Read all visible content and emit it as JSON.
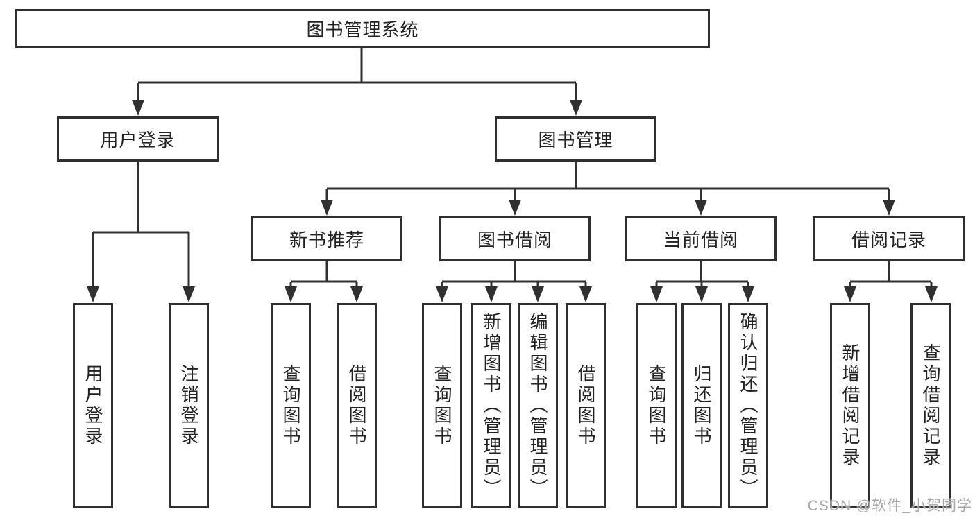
{
  "diagram": {
    "root": {
      "label": "图书管理系统"
    },
    "level2": [
      {
        "label": "用户登录"
      },
      {
        "label": "图书管理"
      }
    ],
    "level3": [
      {
        "label": "新书推荐"
      },
      {
        "label": "图书借阅"
      },
      {
        "label": "当前借阅"
      },
      {
        "label": "借阅记录"
      }
    ],
    "leaves": {
      "user_login": [
        {
          "label": "用户登录"
        },
        {
          "label": "注销登录"
        }
      ],
      "new_book": [
        {
          "label": "查询图书"
        },
        {
          "label": "借阅图书"
        }
      ],
      "book_borrow": [
        {
          "label": "查询图书"
        },
        {
          "label": "新增图书（管理员）"
        },
        {
          "label": "编辑图书（管理员）"
        },
        {
          "label": "借阅图书"
        }
      ],
      "current_borrow": [
        {
          "label": "查询图书"
        },
        {
          "label": "归还图书"
        },
        {
          "label": "确认归还（管理员）"
        }
      ],
      "borrow_record": [
        {
          "label": "新增借阅记录"
        },
        {
          "label": "查询借阅记录"
        }
      ]
    },
    "colors": {
      "line": "#303030",
      "text": "#222222",
      "background": "#ffffff",
      "watermark": "#a8a8a8"
    }
  },
  "watermark": {
    "text": "CSDN @软件_小贺同学"
  }
}
